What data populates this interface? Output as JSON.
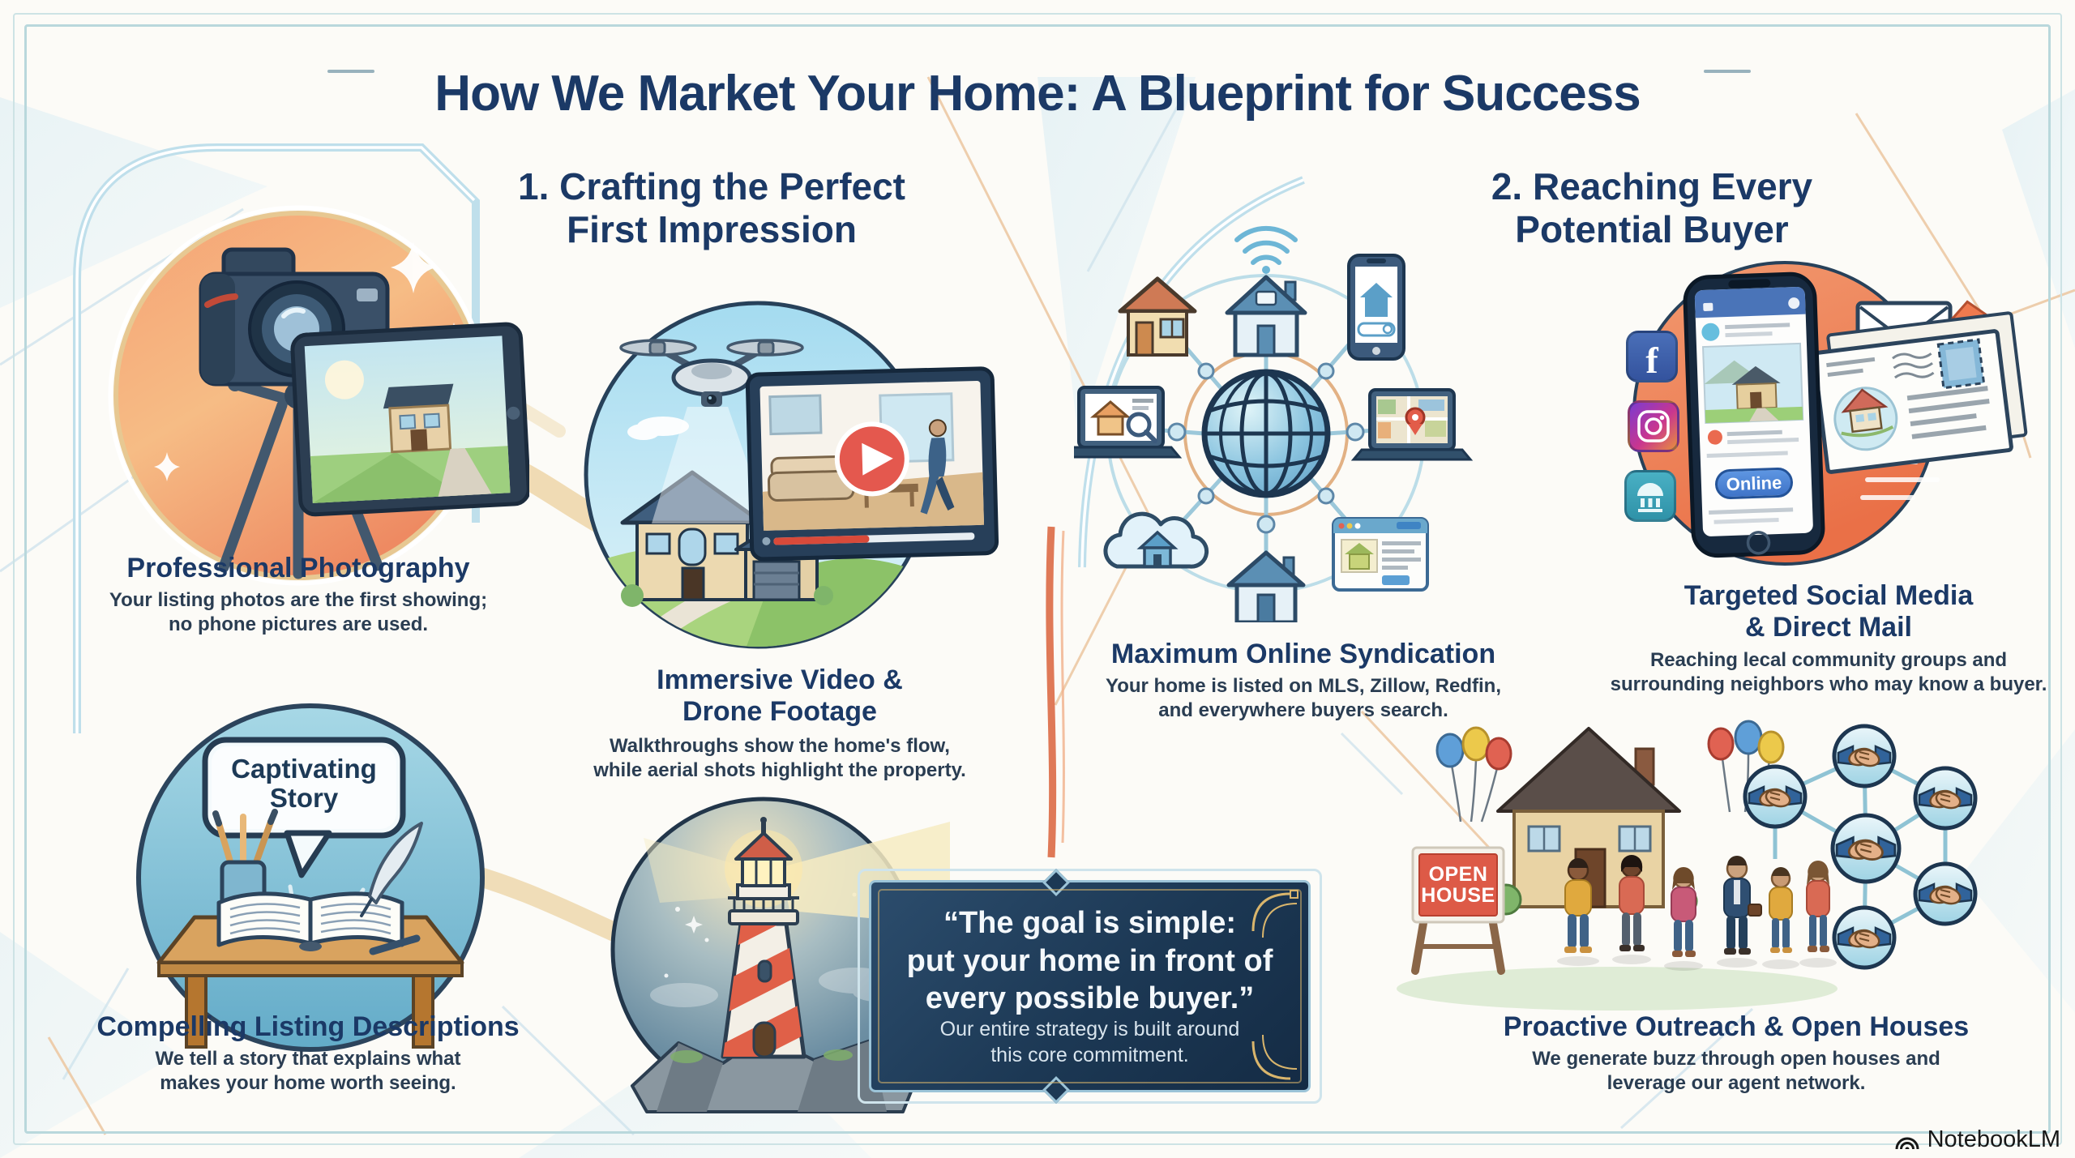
{
  "title": "How We Market Your Home: A Blueprint for Success",
  "meta": {
    "watermark": "NotebookLM"
  },
  "colors": {
    "navy_heading": "#1b3966",
    "body_text": "#2a3d52",
    "frame_teal": "#b9d8dc",
    "camera_circle": "#ef8a5d",
    "story_circle": "#79bcd4",
    "drone_sky": "#aadcef",
    "social_circle": "#ee7b50",
    "lighthouse_dusk": "#6d8fa3",
    "quote_bg": "#1c3854",
    "quote_border": "#9cc4d8",
    "gold_accent": "#d9b56c",
    "open_house_red": "#dd5a47",
    "flow_ribbon_tan": "#ecd3a3",
    "flow_line_orange": "#db6a45"
  },
  "section1": {
    "heading": [
      "1. Crafting the Perfect",
      "First Impression"
    ],
    "cards": {
      "photography": {
        "title": "Professional Photography",
        "body": [
          "Your listing photos are the first showing;",
          "no phone pictures are used."
        ]
      },
      "video": {
        "title": [
          "Immersive Video &",
          "Drone Footage"
        ],
        "body": [
          "Walkthroughs show the home's flow,",
          "while aerial shots highlight the property."
        ]
      },
      "descriptions": {
        "title": "Compelling Listing Descriptions",
        "body": [
          "We tell a story that explains what",
          "makes your home worth seeing."
        ],
        "speech_bubble": [
          "Captivating",
          "Story"
        ]
      }
    }
  },
  "section2": {
    "heading": [
      "2. Reaching Every",
      "Potential Buyer"
    ],
    "cards": {
      "syndication": {
        "title": "Maximum Online Syndication",
        "body": [
          "Your home is listed on MLS, Zillow, Redfin,",
          "and everywhere buyers search."
        ]
      },
      "social": {
        "title": [
          "Targeted Social Media",
          "& Direct Mail"
        ],
        "body": [
          "Reaching lecal community groups and",
          "surrounding neighbors who may know a buyer."
        ],
        "phone_button": "Online",
        "facebook_glyph": "f"
      },
      "outreach": {
        "title": "Proactive Outreach & Open Houses",
        "body": [
          "We generate buzz through open houses and",
          "leverage our agent network."
        ],
        "sign": [
          "OPEN",
          "HOUSE"
        ]
      }
    }
  },
  "quote": {
    "lines": [
      "“The goal is simple:",
      "put your home in front of",
      "every possible buyer.”"
    ],
    "sub": [
      "Our entire strategy is built around",
      "this core commitment."
    ]
  },
  "icons": {
    "photography": [
      "dslr-camera-icon",
      "tripod-icon",
      "tablet-house-photo-icon",
      "sparkle-icon"
    ],
    "story": [
      "speech-bubble-icon",
      "open-book-icon",
      "quill-icon",
      "desk-icon",
      "pencil-cup-icon"
    ],
    "video": [
      "drone-icon",
      "house-icon",
      "video-player-icon",
      "play-button-icon"
    ],
    "syndication": [
      "globe-icon",
      "wifi-house-icon",
      "house-icon",
      "smartphone-listing-icon",
      "laptop-search-icon",
      "laptop-map-icon",
      "cloud-house-icon",
      "web-listing-icon"
    ],
    "social": [
      "facebook-icon",
      "instagram-icon",
      "community-building-icon",
      "smartphone-feed-icon",
      "envelope-icon",
      "postcard-stamp-icon"
    ],
    "center": [
      "lighthouse-icon",
      "light-beam-icon"
    ],
    "outreach": [
      "open-house-sign-icon",
      "balloons-icon",
      "house-icon",
      "people-icons",
      "handshake-network-icon"
    ],
    "watermark": "notebooklm-logo-icon"
  }
}
